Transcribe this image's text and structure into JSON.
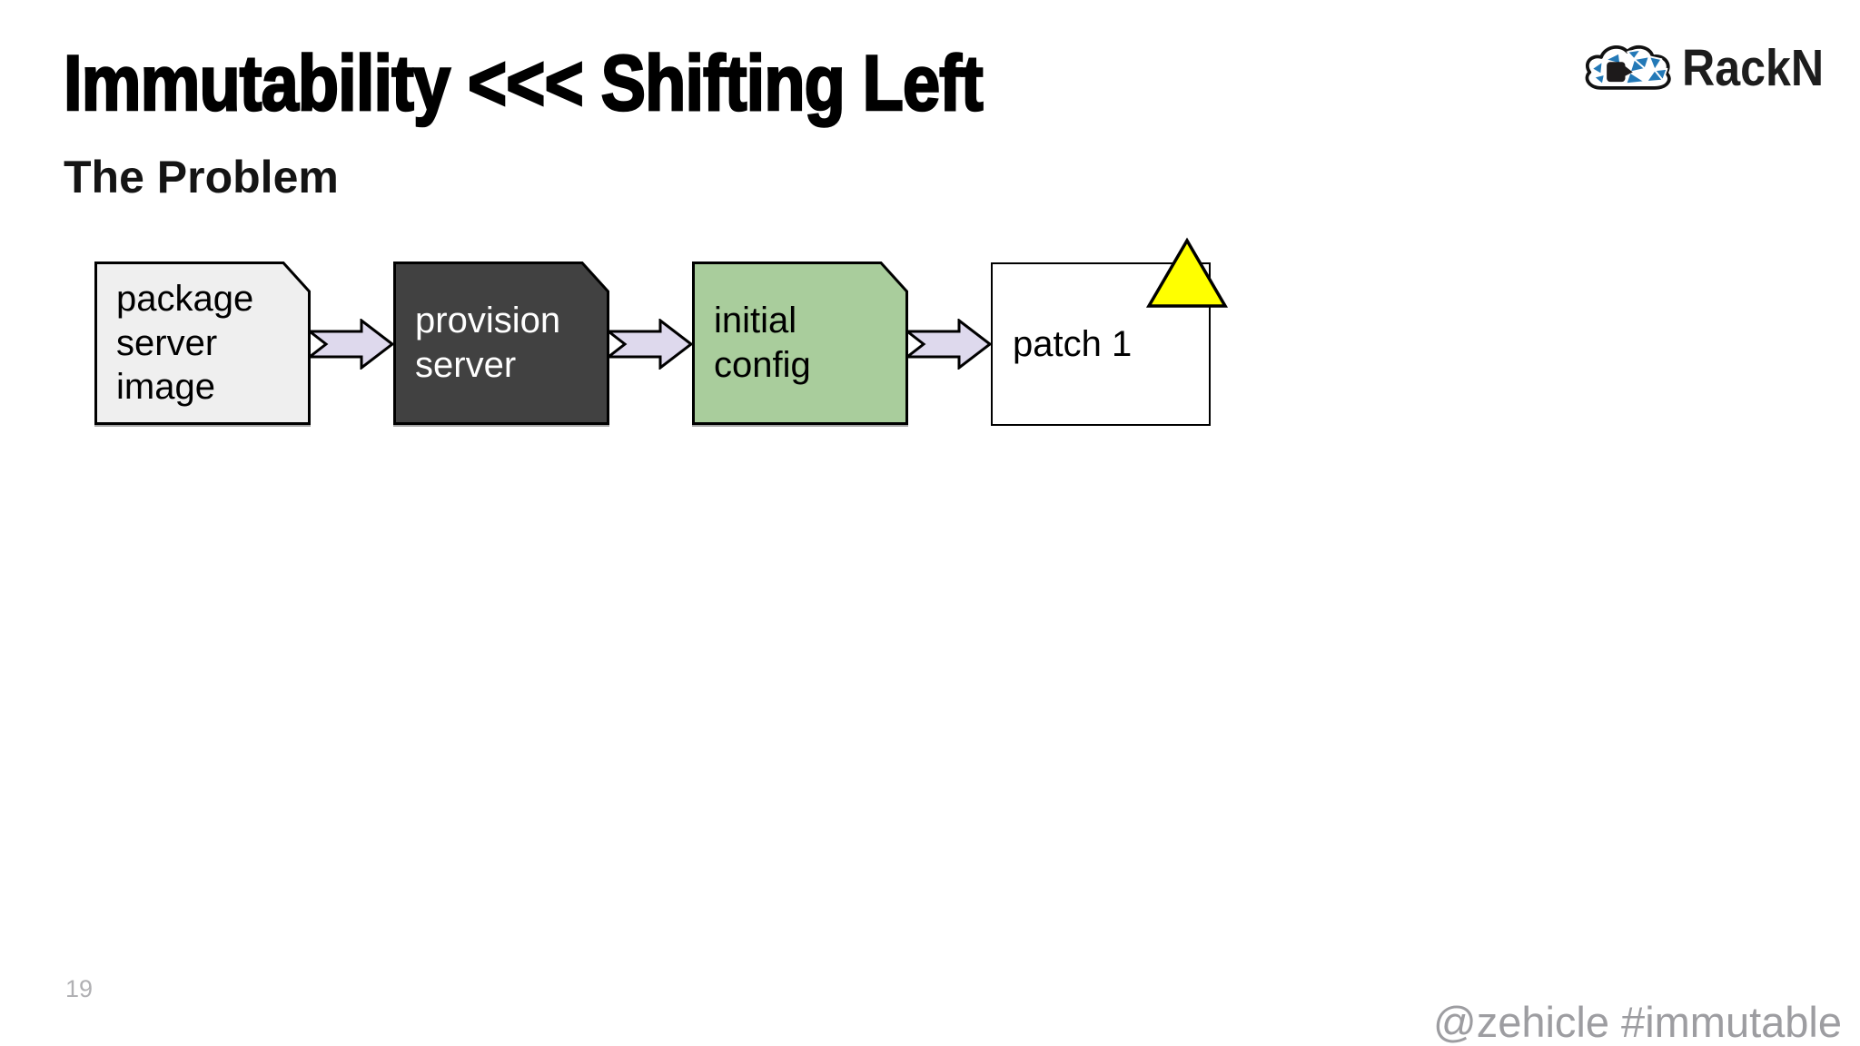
{
  "slide": {
    "title": "Immutability <<< Shifting Left",
    "subtitle": "The Problem",
    "page_number": "19",
    "footer": "@zehicle #immutable"
  },
  "logo": {
    "text": "RackN",
    "blue": "#2379b7",
    "dark": "#1d1a1b",
    "outline": "#111111"
  },
  "diagram": {
    "nodes": [
      {
        "label": "package server image",
        "fill": "#efefef",
        "text_color": "#000000",
        "shape": "cut-corner-card"
      },
      {
        "label": "provision server",
        "fill": "#414141",
        "text_color": "#ffffff",
        "shape": "cut-corner-card"
      },
      {
        "label": "initial config",
        "fill": "#a9cd9c",
        "text_color": "#000000",
        "shape": "cut-corner-card"
      },
      {
        "label": "patch 1",
        "fill": "#ffffff",
        "text_color": "#000000",
        "shape": "rect",
        "has_warning": true
      }
    ],
    "arrow_fill": "#ded9ed",
    "arrow_outline": "#000000",
    "warning_fill": "#ffff00",
    "node_outline": "#000000"
  }
}
